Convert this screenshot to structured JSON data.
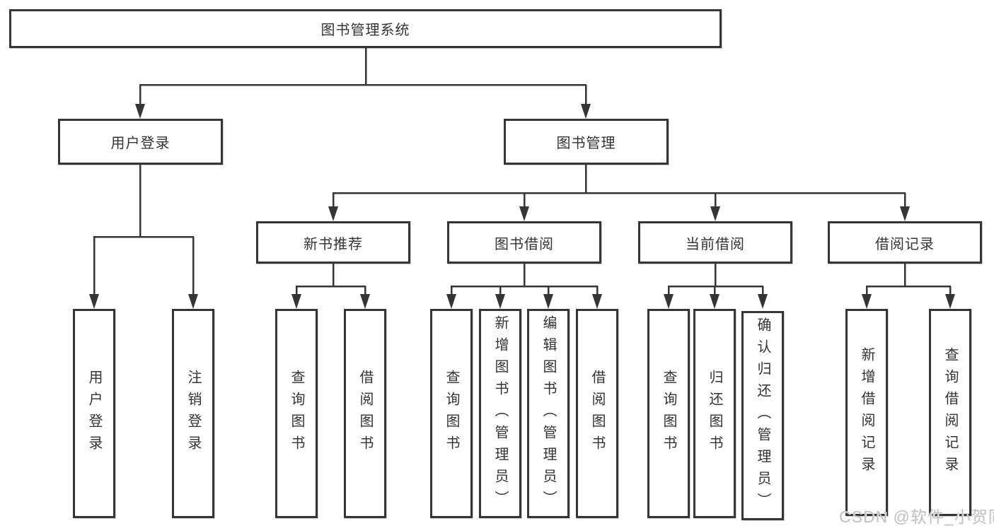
{
  "diagram_type": "function-structure tree (org-chart style, top-down with arrow connectors)",
  "colors": {
    "line": "#353535",
    "box_border": "#353535",
    "text": "#333333",
    "background": "#ffffff",
    "watermark": "#c2c2c2"
  },
  "watermark": "CSDN @软件_小贺同学",
  "tree": {
    "label": "图书管理系统",
    "children": [
      {
        "label": "用户登录",
        "children": [
          {
            "label": "用户登录"
          },
          {
            "label": "注销登录"
          }
        ]
      },
      {
        "label": "图书管理",
        "children": [
          {
            "label": "新书推荐",
            "children": [
              {
                "label": "查询图书"
              },
              {
                "label": "借阅图书"
              }
            ]
          },
          {
            "label": "图书借阅",
            "children": [
              {
                "label": "查询图书"
              },
              {
                "label": "新增图书（管理员）"
              },
              {
                "label": "编辑图书（管理员）"
              },
              {
                "label": "借阅图书"
              }
            ]
          },
          {
            "label": "当前借阅",
            "children": [
              {
                "label": "查询图书"
              },
              {
                "label": "归还图书"
              },
              {
                "label": "确认归还（管理员）"
              }
            ]
          },
          {
            "label": "借阅记录",
            "children": [
              {
                "label": "新增借阅记录"
              },
              {
                "label": "查询借阅记录"
              }
            ]
          }
        ]
      }
    ]
  }
}
